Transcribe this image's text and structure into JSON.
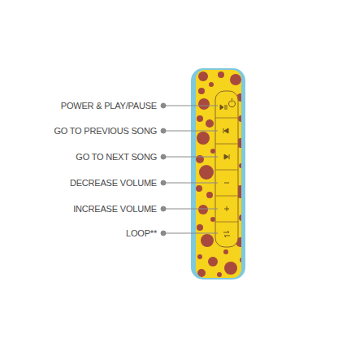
{
  "diagram": {
    "labels": [
      "POWER & PLAY/PAUSE",
      "GO TO PREVIOUS SONG",
      "GO TO NEXT SONG",
      "DECREASE VOLUME",
      "INCREASE VOLUME",
      "LOOP**"
    ]
  }
}
